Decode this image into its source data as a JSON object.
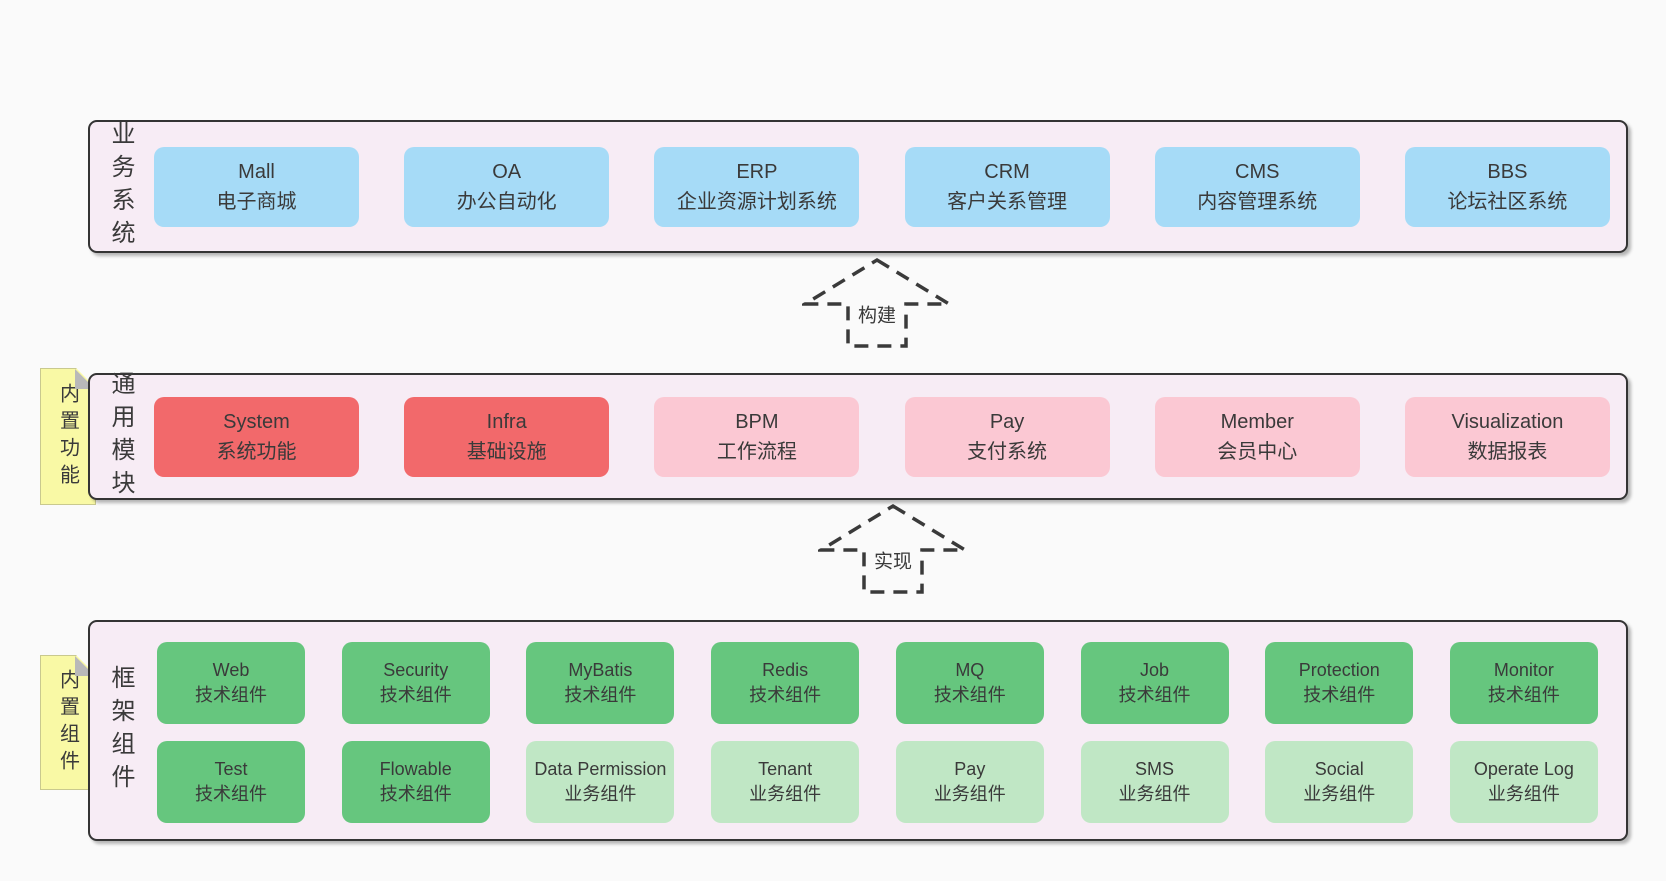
{
  "colors": {
    "page_bg": "#fafafa",
    "container_bg": "#f7ecf5",
    "container_border": "#343434",
    "note_bg": "#f9f9a5",
    "fold_grey": "#b9b9b9",
    "text": "#3a3a3a",
    "blue": "#a6dbf7",
    "red": "#f2696b",
    "pink": "#fbc8d3",
    "green": "#66c67e",
    "lightgreen": "#c0e7c5"
  },
  "notes": [
    {
      "text": "内置功能"
    },
    {
      "text": "内置组件"
    }
  ],
  "arrows": [
    {
      "label": "构建"
    },
    {
      "label": "实现"
    }
  ],
  "sections": [
    {
      "label": "业务系统",
      "boxes": [
        {
          "en": "Mall",
          "cn": "电子商城",
          "variant": "blue"
        },
        {
          "en": "OA",
          "cn": "办公自动化",
          "variant": "blue"
        },
        {
          "en": "ERP",
          "cn": "企业资源计划系统",
          "variant": "blue"
        },
        {
          "en": "CRM",
          "cn": "客户关系管理",
          "variant": "blue"
        },
        {
          "en": "CMS",
          "cn": "内容管理系统",
          "variant": "blue"
        },
        {
          "en": "BBS",
          "cn": "论坛社区系统",
          "variant": "blue"
        }
      ]
    },
    {
      "label": "通用模块",
      "boxes": [
        {
          "en": "System",
          "cn": "系统功能",
          "variant": "red"
        },
        {
          "en": "Infra",
          "cn": "基础设施",
          "variant": "red"
        },
        {
          "en": "BPM",
          "cn": "工作流程",
          "variant": "pink"
        },
        {
          "en": "Pay",
          "cn": "支付系统",
          "variant": "pink"
        },
        {
          "en": "Member",
          "cn": "会员中心",
          "variant": "pink"
        },
        {
          "en": "Visualization",
          "cn": "数据报表",
          "variant": "pink"
        }
      ]
    },
    {
      "label": "框架组件",
      "boxes_row1": [
        {
          "en": "Web",
          "cn": "技术组件",
          "variant": "green"
        },
        {
          "en": "Security",
          "cn": "技术组件",
          "variant": "green"
        },
        {
          "en": "MyBatis",
          "cn": "技术组件",
          "variant": "green"
        },
        {
          "en": "Redis",
          "cn": "技术组件",
          "variant": "green"
        },
        {
          "en": "MQ",
          "cn": "技术组件",
          "variant": "green"
        },
        {
          "en": "Job",
          "cn": "技术组件",
          "variant": "green"
        },
        {
          "en": "Protection",
          "cn": "技术组件",
          "variant": "green"
        },
        {
          "en": "Monitor",
          "cn": "技术组件",
          "variant": "green"
        }
      ],
      "boxes_row2": [
        {
          "en": "Test",
          "cn": "技术组件",
          "variant": "green"
        },
        {
          "en": "Flowable",
          "cn": "技术组件",
          "variant": "green"
        },
        {
          "en": "Data Permission",
          "cn": "业务组件",
          "variant": "lightgreen"
        },
        {
          "en": "Tenant",
          "cn": "业务组件",
          "variant": "lightgreen"
        },
        {
          "en": "Pay",
          "cn": "业务组件",
          "variant": "lightgreen"
        },
        {
          "en": "SMS",
          "cn": "业务组件",
          "variant": "lightgreen"
        },
        {
          "en": "Social",
          "cn": "业务组件",
          "variant": "lightgreen"
        },
        {
          "en": "Operate Log",
          "cn": "业务组件",
          "variant": "lightgreen"
        }
      ]
    }
  ]
}
